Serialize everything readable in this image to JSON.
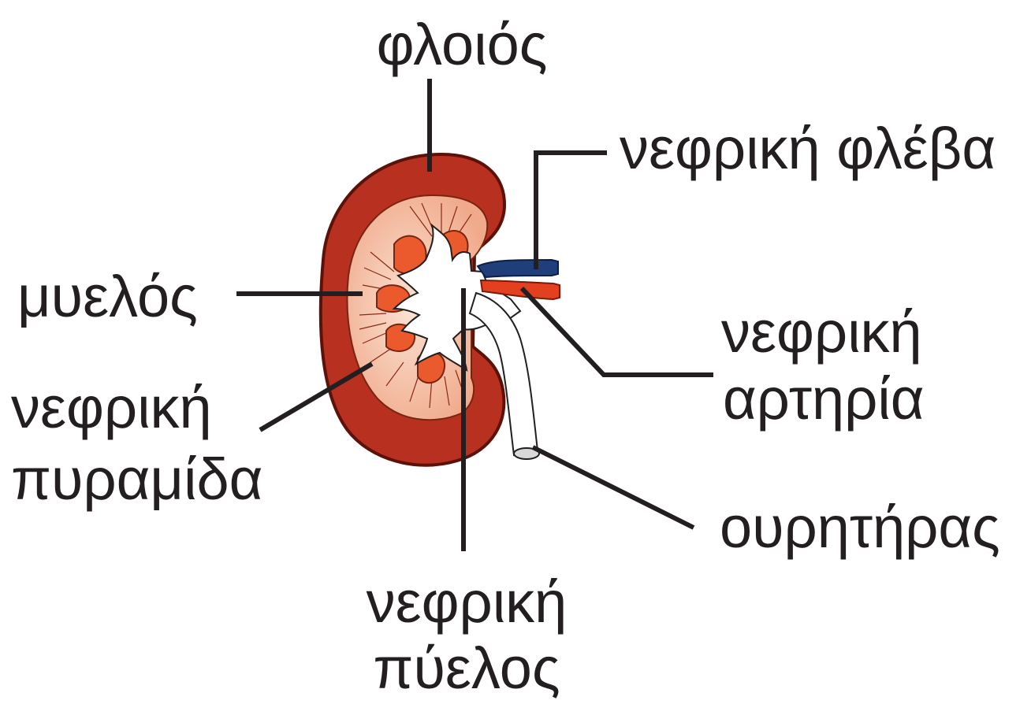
{
  "labels": {
    "cortex": "φλοιός",
    "renal_vein": "νεφρική φλέβα",
    "medulla": "μυελός",
    "renal_artery_line1": "νεφρική",
    "renal_artery_line2": "αρτηρία",
    "renal_pyramid_line1": "νεφρική",
    "renal_pyramid_line2": "πυραμίδα",
    "ureter": "ουρητήρας",
    "renal_pelvis_line1": "νεφρική",
    "renal_pelvis_line2": "πύελος"
  },
  "colors": {
    "cortex": "#b8301f",
    "medulla": "#f6d2bf",
    "pyramid": "#ea5a2c",
    "vein": "#1f3e7a",
    "artery": "#e3401f",
    "ureter": "#ffffff",
    "text": "#231f20"
  }
}
